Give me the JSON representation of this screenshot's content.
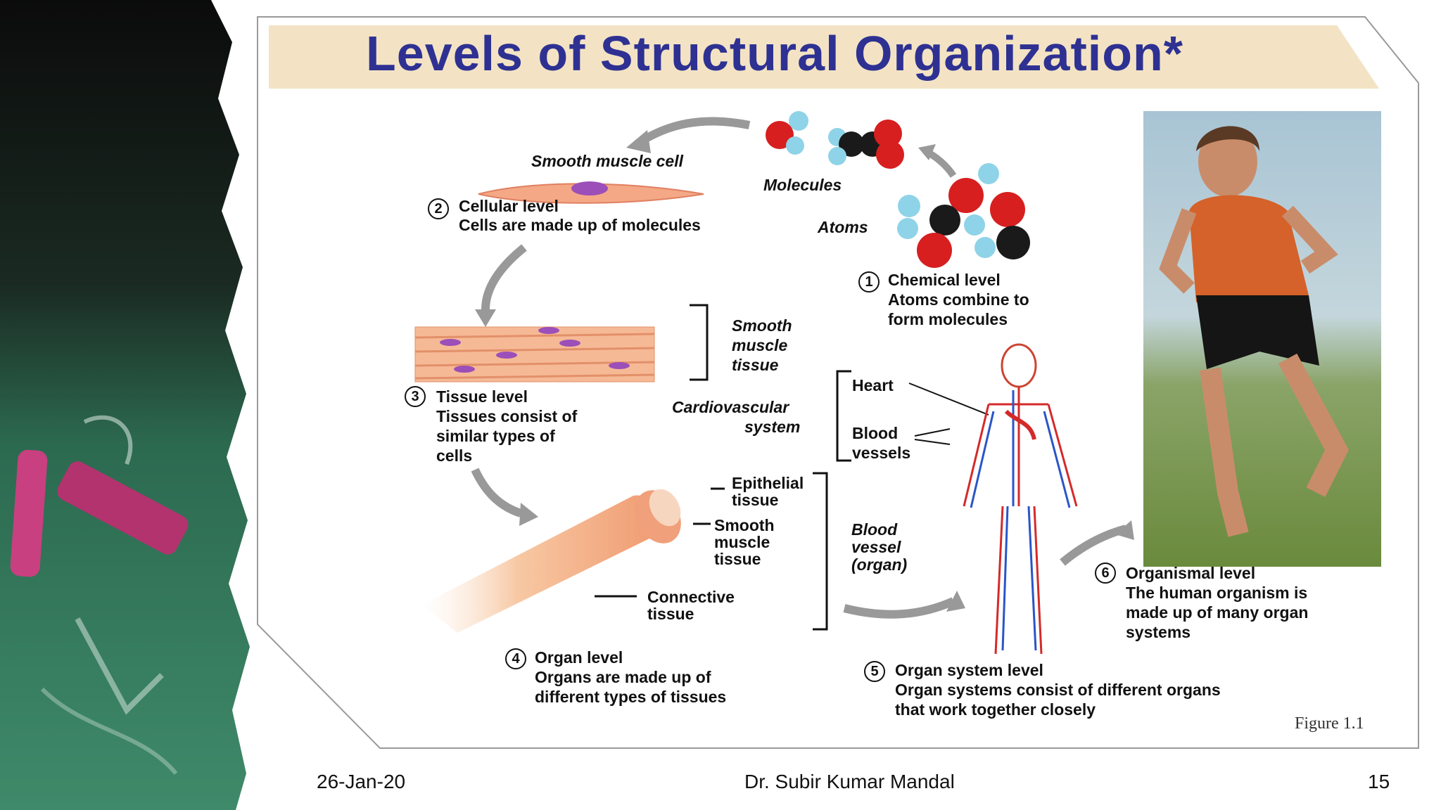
{
  "slide": {
    "title": "Levels of Structural Organization*",
    "figure_label": "Figure 1.1"
  },
  "levels": {
    "chemical": {
      "number": "1",
      "title": "Chemical level",
      "line1": "Atoms combine to",
      "line2": "form molecules"
    },
    "cellular": {
      "number": "2",
      "title": "Cellular level",
      "line1": "Cells are made up of molecules"
    },
    "tissue": {
      "number": "3",
      "title": "Tissue level",
      "line1": "Tissues consist of",
      "line2": "similar types of",
      "line3": "cells"
    },
    "organ": {
      "number": "4",
      "title": "Organ level",
      "line1": "Organs are made up of",
      "line2": "different types of tissues"
    },
    "organ_system": {
      "number": "5",
      "title": "Organ system level",
      "line1": "Organ systems consist of different organs",
      "line2": "that work together  closely"
    },
    "organismal": {
      "number": "6",
      "title": "Organismal level",
      "line1": "The human organism is",
      "line2": "made up of many organ",
      "line3": "systems"
    }
  },
  "labels": {
    "smooth_muscle_cell": "Smooth muscle cell",
    "molecules": "Molecules",
    "atoms": "Atoms",
    "smooth_muscle_tissue": [
      "Smooth",
      "muscle",
      "tissue"
    ],
    "cardiovascular_system": [
      "Cardiovascular",
      "system"
    ],
    "heart": "Heart",
    "blood_vessels": [
      "Blood",
      "vessels"
    ],
    "epithelial_tissue": [
      "Epithelial",
      "tissue"
    ],
    "smooth_muscle_tissue_2": [
      "Smooth",
      "muscle",
      "tissue"
    ],
    "connective_tissue": [
      "Connective",
      "tissue"
    ],
    "blood_vessel_organ": [
      "Blood",
      "vessel",
      "(organ)"
    ]
  },
  "footer": {
    "date": "26-Jan-20",
    "author": "Dr. Subir Kumar Mandal",
    "page": "15"
  },
  "colors": {
    "title": "#2e3192",
    "title_bar": "#f3e3c4",
    "chalkboard": "#2f6a52",
    "atom_red": "#d71f1f",
    "atom_blue": "#8fd3e8",
    "atom_black": "#1a1a1a"
  }
}
